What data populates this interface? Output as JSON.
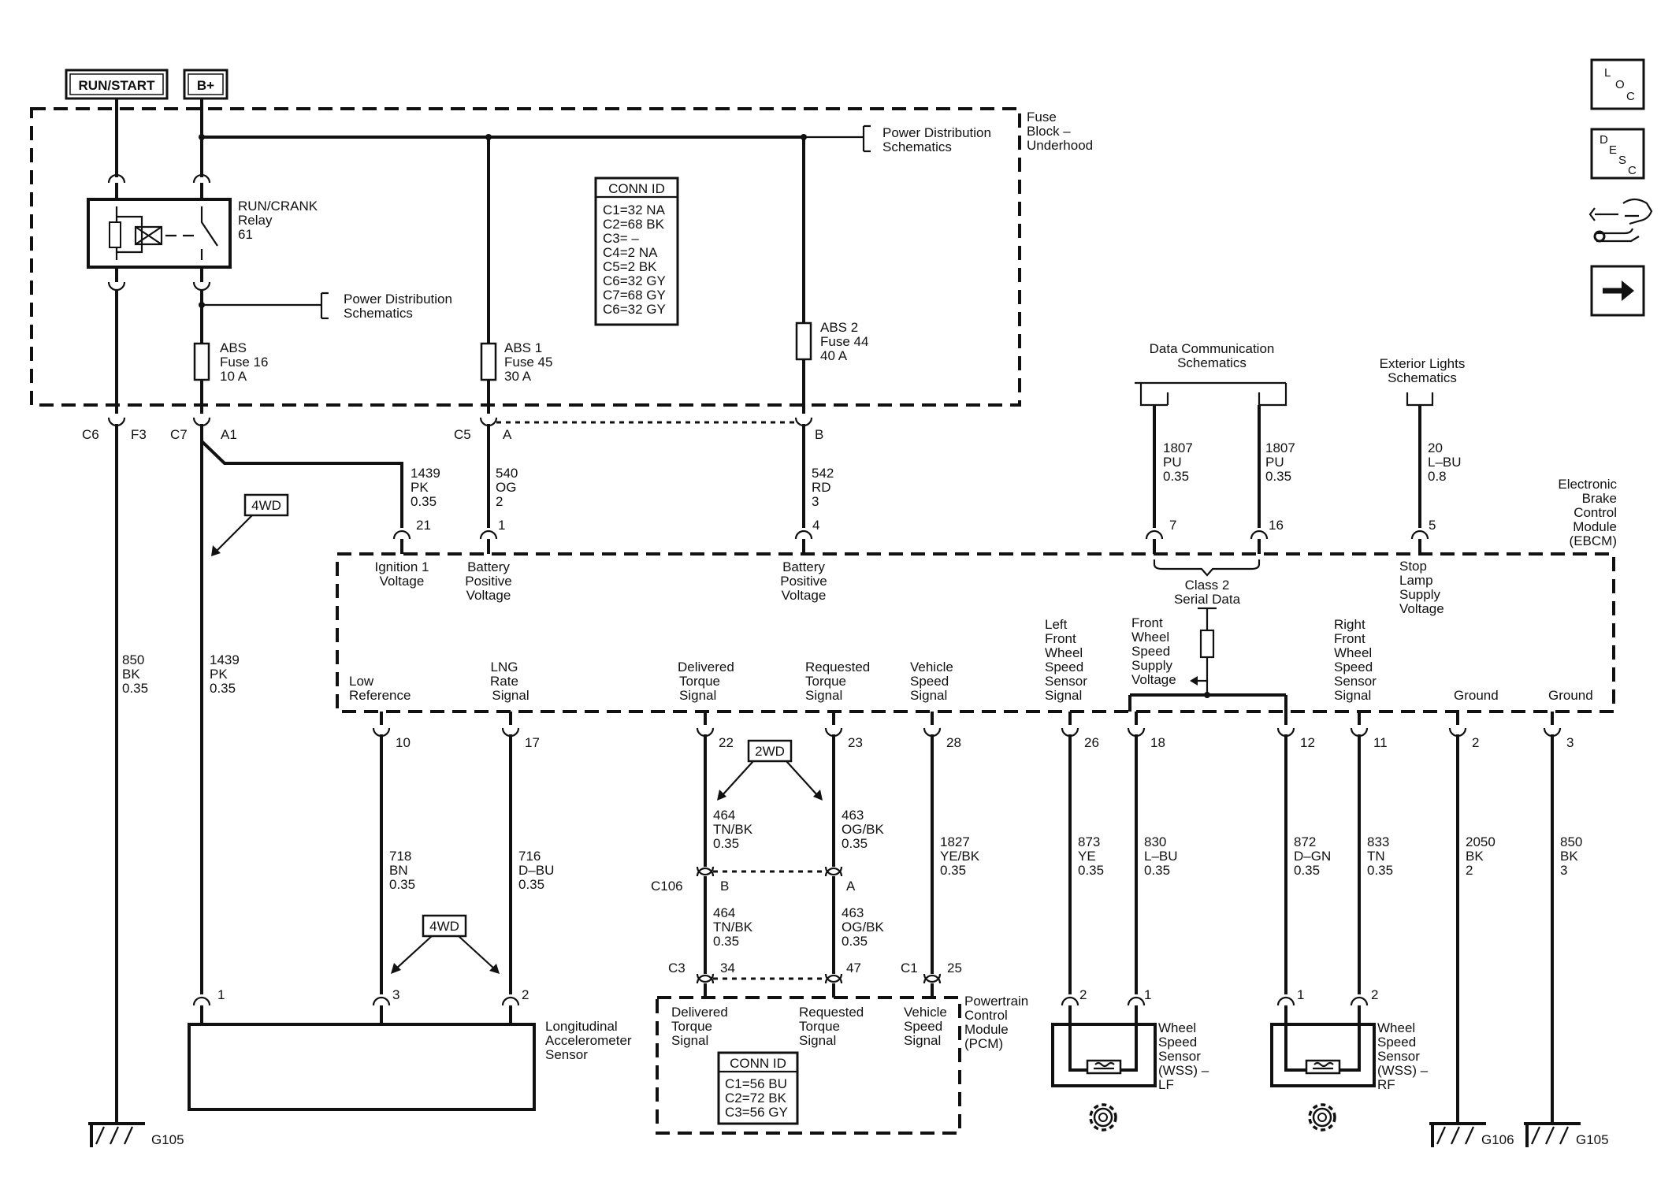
{
  "power_labels": {
    "run_start": "RUN/START",
    "b_plus": "B+"
  },
  "fuse_block": {
    "title": [
      "Fuse",
      "Block –",
      "Underhood"
    ],
    "power_dist_top": [
      "Power Distribution",
      "Schematics"
    ],
    "power_dist_mid": [
      "Power Distribution",
      "Schematics"
    ]
  },
  "relay": [
    "RUN/CRANK",
    "Relay",
    "61"
  ],
  "fuses": {
    "abs16": [
      "ABS",
      "Fuse 16",
      "10 A"
    ],
    "abs45": [
      "ABS 1",
      "Fuse 45",
      "30 A"
    ],
    "abs44": [
      "ABS 2",
      "Fuse 44",
      "40 A"
    ]
  },
  "conn_id_fuse": {
    "title": "CONN ID",
    "rows": [
      "C1=32 NA",
      "C2=68 BK",
      "C3= –",
      "C4=2 NA",
      "C5=2 BK",
      "C6=32 GY",
      "C7=68 GY",
      "C6=32 GY"
    ]
  },
  "connectors": {
    "c6": "C6",
    "f3": "F3",
    "c7": "C7",
    "a1": "A1",
    "c5": "C5",
    "a": "A",
    "b": "B",
    "c106": "C106",
    "c106_b": "B",
    "c106_a": "A",
    "c3": "C3",
    "c1": "C1"
  },
  "badges": {
    "wd4": "4WD",
    "wd2": "2WD",
    "wd4b": "4WD"
  },
  "wires": {
    "w1439a": [
      "1439",
      "PK",
      "0.35"
    ],
    "w540": [
      "540",
      "OG",
      "2"
    ],
    "w542": [
      "542",
      "RD",
      "3"
    ],
    "w1807a": [
      "1807",
      "PU",
      "0.35"
    ],
    "w1807b": [
      "1807",
      "PU",
      "0.35"
    ],
    "w20": [
      "20",
      "L–BU",
      "0.8"
    ],
    "w850a": [
      "850",
      "BK",
      "0.35"
    ],
    "w1439b": [
      "1439",
      "PK",
      "0.35"
    ],
    "w718": [
      "718",
      "BN",
      "0.35"
    ],
    "w716": [
      "716",
      "D–BU",
      "0.35"
    ],
    "w464a": [
      "464",
      "TN/BK",
      "0.35"
    ],
    "w463a": [
      "463",
      "OG/BK",
      "0.35"
    ],
    "w464b": [
      "464",
      "TN/BK",
      "0.35"
    ],
    "w463b": [
      "463",
      "OG/BK",
      "0.35"
    ],
    "w1827": [
      "1827",
      "YE/BK",
      "0.35"
    ],
    "w873": [
      "873",
      "YE",
      "0.35"
    ],
    "w830": [
      "830",
      "L–BU",
      "0.35"
    ],
    "w872": [
      "872",
      "D–GN",
      "0.35"
    ],
    "w833": [
      "833",
      "TN",
      "0.35"
    ],
    "w2050": [
      "2050",
      "BK",
      "2"
    ],
    "w850b": [
      "850",
      "BK",
      "3"
    ]
  },
  "schematic_refs": {
    "data_comm": [
      "Data Communication",
      "Schematics"
    ],
    "ext_lights": [
      "Exterior Lights",
      "Schematics"
    ]
  },
  "ebcm": {
    "title": [
      "Electronic",
      "Brake",
      "Control",
      "Module",
      "(EBCM)"
    ],
    "pins_top": [
      "21",
      "1",
      "4",
      "7",
      "16",
      "5"
    ],
    "ign": [
      "Ignition 1",
      "Voltage"
    ],
    "batt1": [
      "Battery",
      "Positive",
      "Voltage"
    ],
    "batt2": [
      "Battery",
      "Positive",
      "Voltage"
    ],
    "class2": [
      "Class 2",
      "Serial Data"
    ],
    "stop": [
      "Stop",
      "Lamp",
      "Supply",
      "Voltage"
    ],
    "low_ref": [
      "Low",
      "Reference"
    ],
    "lng": [
      "LNG",
      "Rate",
      "Signal"
    ],
    "del_torque": [
      "Delivered",
      "Torque",
      "Signal"
    ],
    "req_torque": [
      "Requested",
      "Torque",
      "Signal"
    ],
    "veh_speed": [
      "Vehicle",
      "Speed",
      "Signal"
    ],
    "lf_wss": [
      "Left",
      "Front",
      "Wheel",
      "Speed",
      "Sensor",
      "Signal"
    ],
    "fw_supply": [
      "Front",
      "Wheel",
      "Speed",
      "Supply",
      "Voltage"
    ],
    "rf_wss": [
      "Right",
      "Front",
      "Wheel",
      "Speed",
      "Sensor",
      "Signal"
    ],
    "ground1": "Ground",
    "ground2": "Ground",
    "pins_bottom": [
      "10",
      "17",
      "22",
      "23",
      "28",
      "26",
      "18",
      "12",
      "11",
      "2",
      "3"
    ]
  },
  "pcm": {
    "title": [
      "Powertrain",
      "Control",
      "Module",
      "(PCM)"
    ],
    "del": [
      "Delivered",
      "Torque",
      "Signal"
    ],
    "req": [
      "Requested",
      "Torque",
      "Signal"
    ],
    "vss": [
      "Vehicle",
      "Speed",
      "Signal"
    ],
    "pins": [
      "34",
      "47",
      "25"
    ],
    "conn": {
      "title": "CONN ID",
      "rows": [
        "C1=56 BU",
        "C2=72 BK",
        "C3=56 GY"
      ]
    }
  },
  "c106_pins": {
    "p1": "B",
    "p2": "A"
  },
  "accel": {
    "title": [
      "Longitudinal",
      "Accelerometer",
      "Sensor"
    ],
    "pins": [
      "1",
      "3",
      "2"
    ]
  },
  "wss_lf": {
    "title": [
      "Wheel",
      "Speed",
      "Sensor",
      "(WSS) –",
      "LF"
    ],
    "pins": [
      "2",
      "1"
    ]
  },
  "wss_rf": {
    "title": [
      "Wheel",
      "Speed",
      "Sensor",
      "(WSS) –",
      "RF"
    ],
    "pins": [
      "1",
      "2"
    ]
  },
  "grounds": {
    "g1": "G105",
    "g2": "G106",
    "g3": "G105"
  },
  "nav_buttons": [
    {
      "name": "loc-button",
      "letters": [
        "L",
        "O",
        "C"
      ]
    },
    {
      "name": "desc-button",
      "letters": [
        "D",
        "E",
        "S",
        "C"
      ]
    }
  ]
}
